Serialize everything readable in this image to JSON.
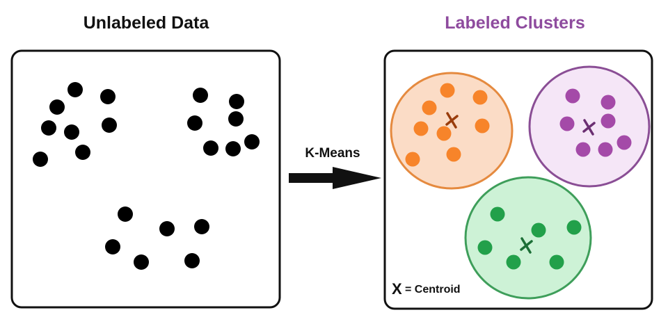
{
  "left_title": "Unlabeled Data",
  "right_title": "Labeled Clusters",
  "arrow_label": "K-Means",
  "legend": {
    "symbol": "X",
    "text": "= Centroid"
  },
  "colors": {
    "title_left": "#111111",
    "title_right": "#8e4b9e",
    "unlabeled_point": "#000000",
    "orange": {
      "fill": "#fbdcc6",
      "stroke": "#e58a3f",
      "point": "#f7842a",
      "centroid": "#9a3d0c"
    },
    "purple": {
      "fill": "#f5e6f7",
      "stroke": "#8a4e95",
      "point": "#a44aa8",
      "centroid": "#6b2f72"
    },
    "green": {
      "fill": "#cdf2d6",
      "stroke": "#3e9e5a",
      "point": "#22a04a",
      "centroid": "#1c6f36"
    }
  },
  "clusters": [
    {
      "name": "orange"
    },
    {
      "name": "purple"
    },
    {
      "name": "green"
    }
  ]
}
